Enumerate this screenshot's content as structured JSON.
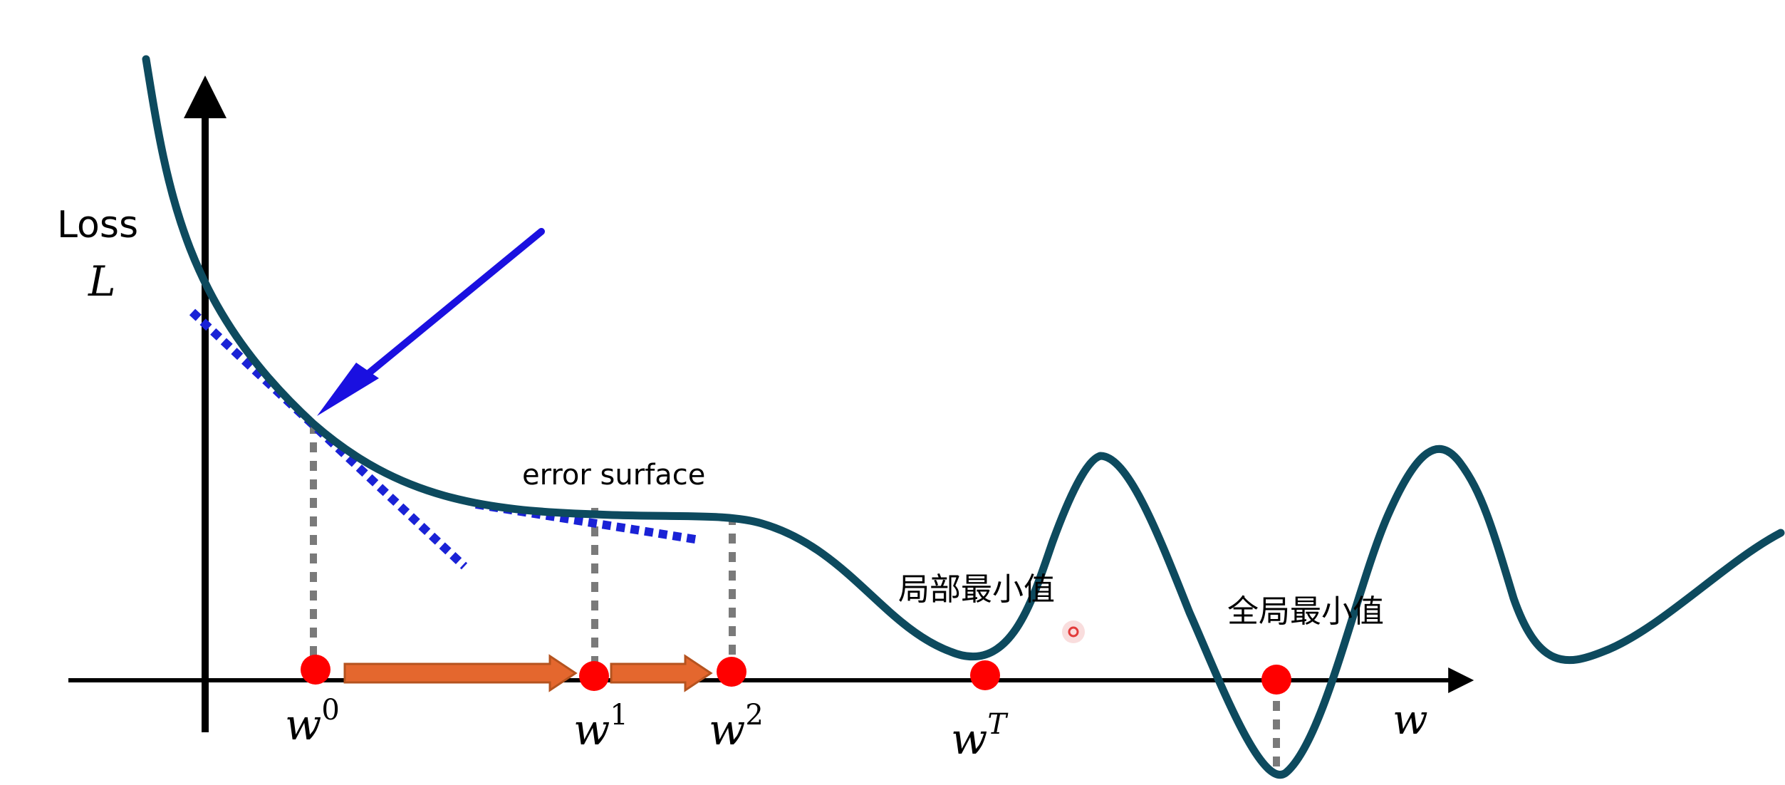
{
  "axes": {
    "y_label_word": "Loss",
    "y_label_symbol": "L",
    "x_label_symbol": "w"
  },
  "curve_label": "error surface",
  "points": [
    {
      "base": "w",
      "sup": "0"
    },
    {
      "base": "w",
      "sup": "1"
    },
    {
      "base": "w",
      "sup": "2"
    },
    {
      "base": "w",
      "sup": "T"
    }
  ],
  "annotations": {
    "local_min": "局部最小值",
    "global_min": "全局最小值"
  },
  "colors": {
    "curve": "#0d4a5e",
    "axis": "#000000",
    "tangent": "#1a22d6",
    "pointer_arrow": "#1a10e0",
    "step_arrow_fill": "#e4672e",
    "step_arrow_stroke": "#b5531f",
    "point": "#ff0000",
    "guide": "#7a7a7a",
    "cursor_ring": "#e23b3b"
  }
}
